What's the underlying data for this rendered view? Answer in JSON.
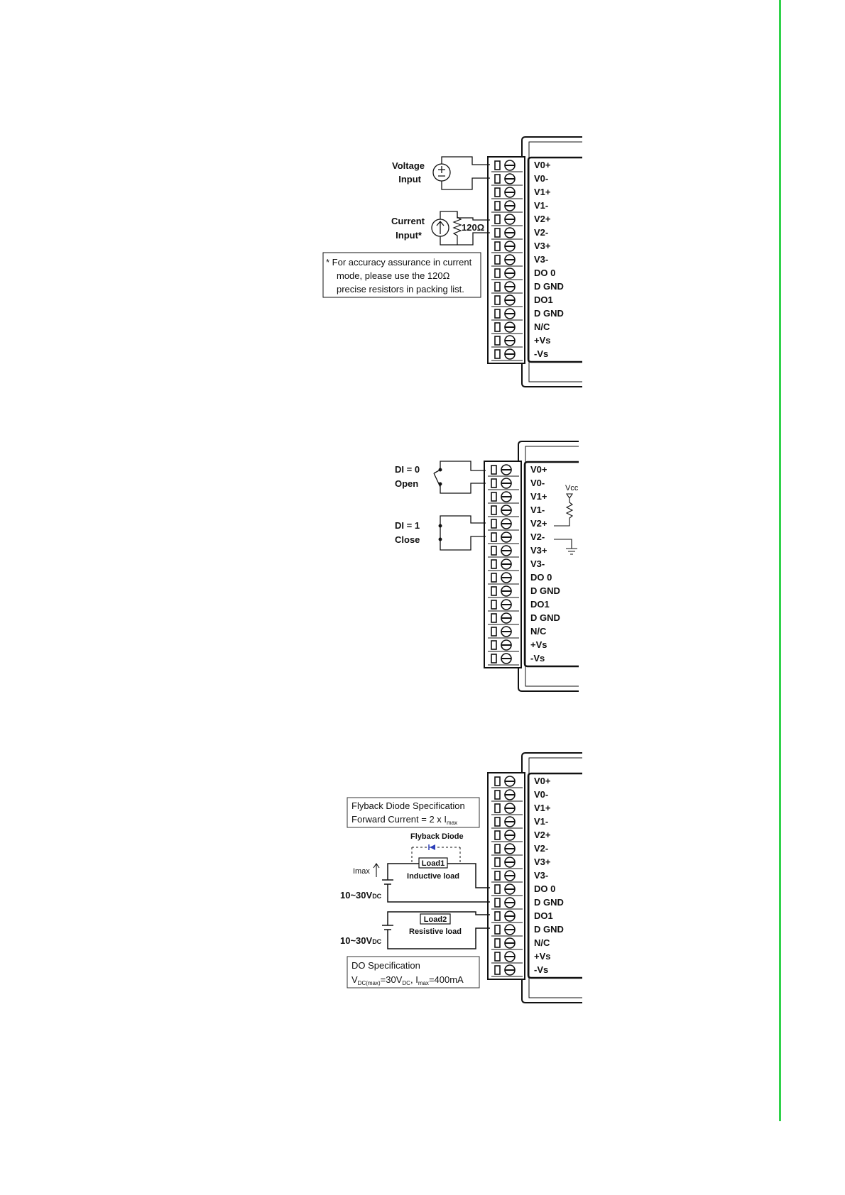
{
  "accent_color": "#2fd24a",
  "terminal_labels": [
    "V0+",
    "V0-",
    "V1+",
    "V1-",
    "V2+",
    "V2-",
    "V3+",
    "V3-",
    "DO 0",
    "D GND",
    "DO1",
    "D GND",
    "N/C",
    "+Vs",
    "-Vs"
  ],
  "fig1": {
    "voltage_input": [
      "Voltage",
      "Input"
    ],
    "current_input": [
      "Current",
      "Input*"
    ],
    "resistor_label": "120Ω",
    "note_lines": [
      "*  For accuracy assurance in current",
      "mode, please use the 120Ω",
      "precise resistors in packing list."
    ]
  },
  "fig2": {
    "di0": [
      "DI = 0",
      "Open"
    ],
    "di1": [
      "DI = 1",
      "Close"
    ],
    "vcc": "Vcc"
  },
  "fig3": {
    "flyback_spec": [
      "Flyback Diode Specification",
      "Forward Current = 2 x I",
      "max"
    ],
    "flyback_diode": "Flyback Diode",
    "load1": "Load1",
    "inductive": "Inductive load",
    "imax": "Imax",
    "supply1": [
      "10~30V",
      "DC"
    ],
    "load2": "Load2",
    "resistive": "Resistive load",
    "supply2": [
      "10~30V",
      "DC"
    ],
    "do_spec_title": "DO Specification",
    "do_spec_parts": [
      "V",
      "DC(max)",
      "=30V",
      "DC",
      ", I",
      "max",
      "=400mA"
    ]
  }
}
